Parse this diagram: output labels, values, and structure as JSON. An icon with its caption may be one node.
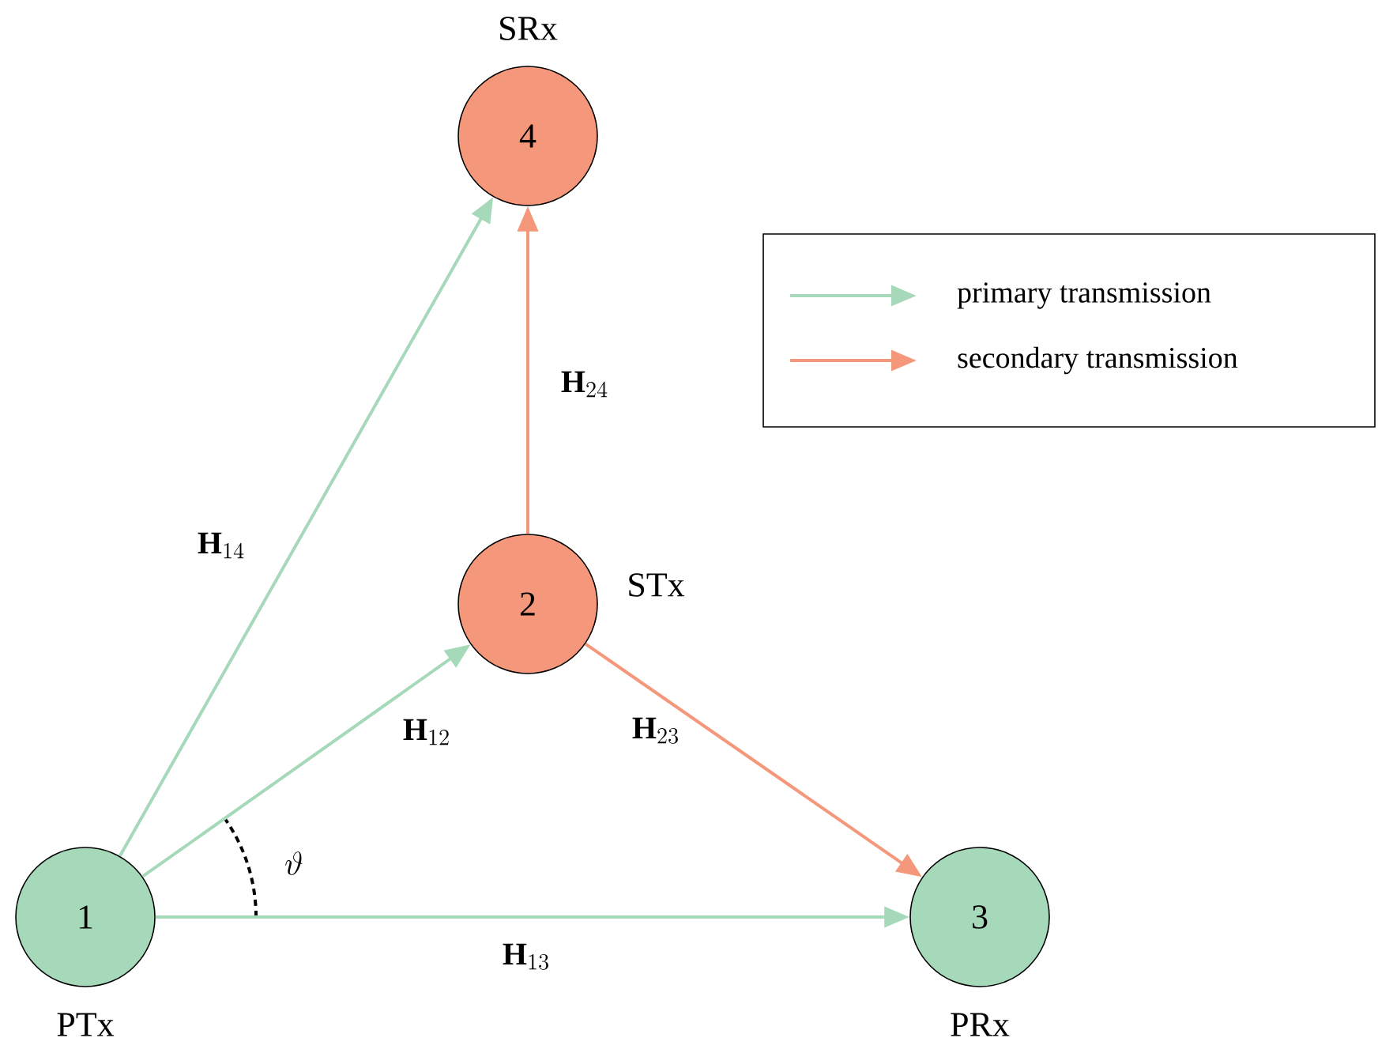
{
  "diagram": {
    "nodes": [
      {
        "text": [
          "1"
        ],
        "beside": [
          "PTx"
        ]
      },
      {
        "text": [
          "2"
        ],
        "beside": [
          "STx"
        ]
      },
      {
        "text": [
          "3"
        ],
        "beside": [
          "PRx"
        ]
      },
      {
        "text": [
          "4"
        ],
        "beside": [
          "SRx"
        ]
      }
    ],
    "edges": [
      {
        "from": 0,
        "to": 3,
        "arrow": "to",
        "label": "\\mathbf{H}_{14}",
        "color": "#a6d9b9"
      },
      {
        "from": 0,
        "to": 1,
        "arrow": "to",
        "label": "\\mathbf{H}_{12}",
        "color": "#a6d9b9"
      },
      {
        "from": 0,
        "to": 2,
        "arrow": "to",
        "label": "\\mathbf{H}_{13}",
        "color": "#a6d9b9"
      },
      {
        "from": 1,
        "to": 3,
        "arrow": "to",
        "label": "\\mathbf{H}_{24}",
        "color": "#f4977a"
      },
      {
        "from": 1,
        "to": 2,
        "arrow": "to",
        "label": "\\mathbf{H}_{23}",
        "color": "#f4977a"
      }
    ],
    "labels": [
      "\\vartheta"
    ],
    "legend": [
      {
        "text": "primary transmission",
        "color": "#a6d9b9"
      },
      {
        "text": "secondary transmission",
        "color": "#f4977a"
      }
    ]
  }
}
